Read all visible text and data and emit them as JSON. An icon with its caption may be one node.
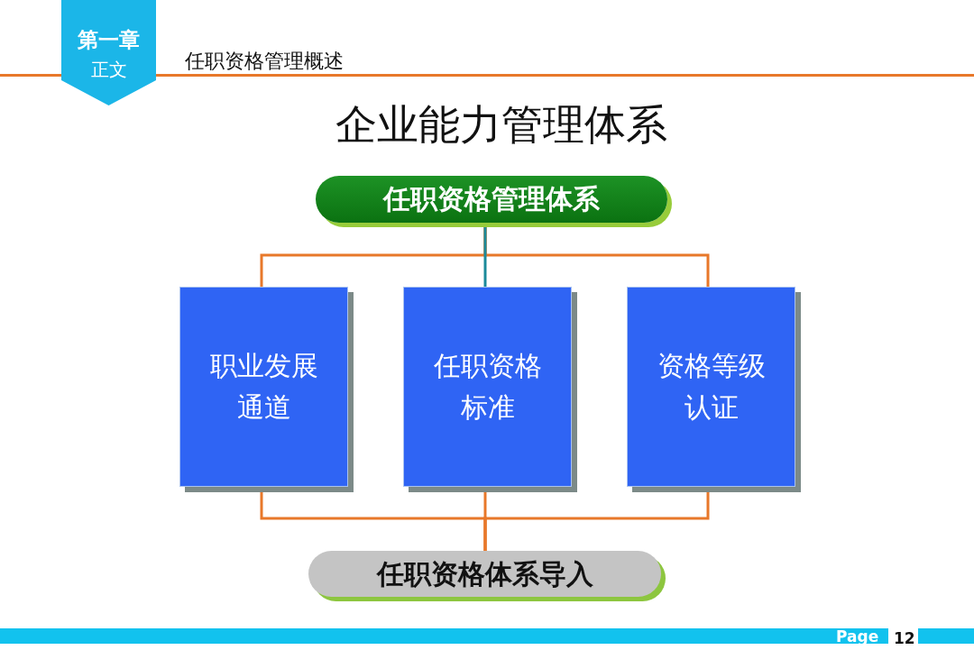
{
  "diagram": {
    "title": "企业能力管理体系",
    "nodes": [
      {
        "text": [
          "第一章",
          "正文"
        ]
      },
      {
        "text": [
          "任职资格管理体系"
        ]
      },
      {
        "text": [
          "职业发展通道"
        ]
      },
      {
        "text": [
          "任职资格标准"
        ]
      },
      {
        "text": [
          "资格等级认证"
        ]
      },
      {
        "text": [
          "任职资格体系导入"
        ]
      }
    ],
    "edges": [
      {
        "from": 1,
        "to": 2,
        "arrow": "none"
      },
      {
        "from": 1,
        "to": 3,
        "arrow": "none",
        "color": "#1b8a9a"
      },
      {
        "from": 1,
        "to": 4,
        "arrow": "none"
      },
      {
        "from": 2,
        "to": 5,
        "arrow": "none"
      },
      {
        "from": 3,
        "to": 5,
        "arrow": "none"
      },
      {
        "from": 4,
        "to": 5,
        "arrow": "none"
      }
    ],
    "labels": [
      "任职资格管理概述",
      "Page",
      "12"
    ]
  }
}
